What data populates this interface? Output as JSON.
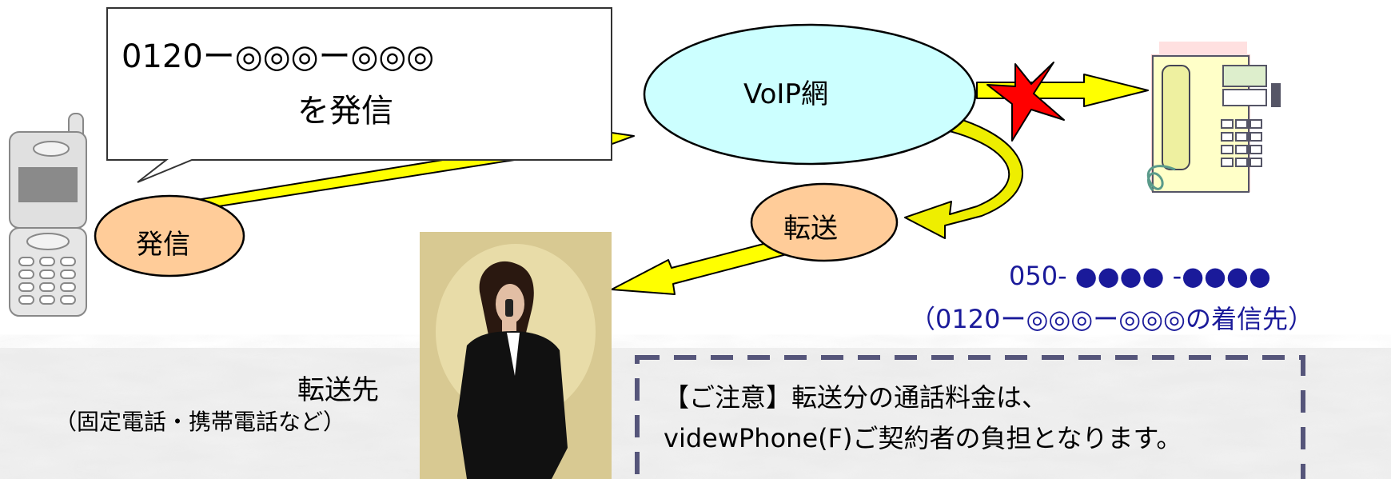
{
  "callout": {
    "line1": "0120ー◎◎◎ー◎◎◎",
    "line2": "を発信"
  },
  "network": {
    "label": "VoIP網"
  },
  "send": {
    "label": "発信"
  },
  "forward": {
    "label": "転送"
  },
  "destination_number": {
    "line1": "050- ●●●● -●●●●",
    "line2": "（0120ー◎◎◎ー◎◎◎の着信先）"
  },
  "forward_target": {
    "line1": "転送先",
    "line2": "（固定電話・携帯電話など）"
  },
  "notice": {
    "line1": "【ご注意】転送分の通話料金は、",
    "line2": "videwPhone(F)ご契約者の負担となります。"
  },
  "colors": {
    "arrow": "#ffff00",
    "ellipse_orange": "#ffcc99",
    "ellipse_cyan": "#ccffff",
    "dash_border": "#55557a",
    "number_text": "#1a1a9a",
    "cross": "#ff0000"
  }
}
